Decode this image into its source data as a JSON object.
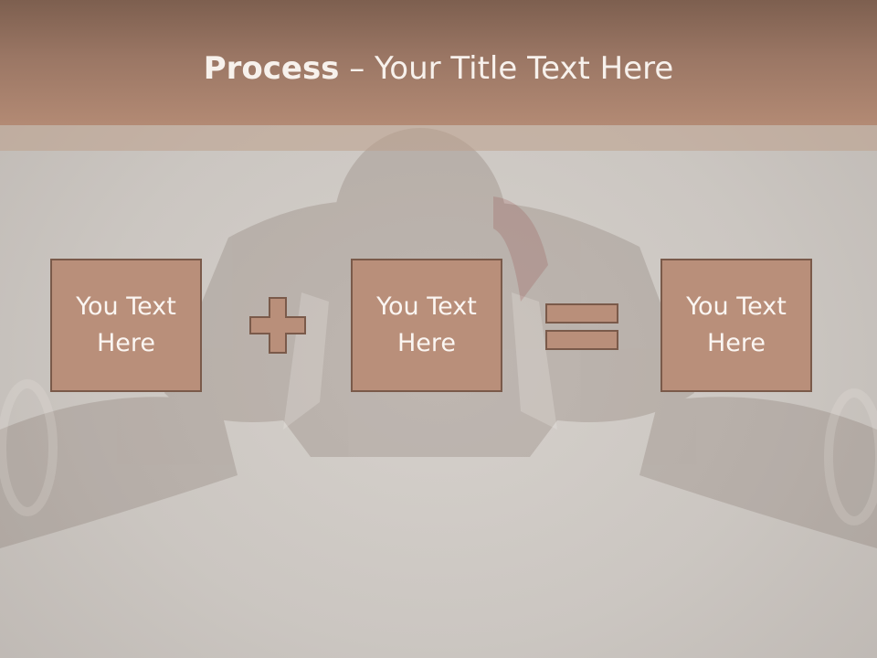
{
  "title": {
    "bold": "Process",
    "rest": " – Your Title Text Here"
  },
  "boxes": [
    {
      "label": "You Text Here"
    },
    {
      "label": "You Text Here"
    },
    {
      "label": "You Text Here"
    }
  ],
  "operators": [
    "plus-icon",
    "equals-icon"
  ],
  "colors": {
    "title_band": "#9a7664",
    "box_fill": "#b98f7a",
    "box_border": "#7a5a4a",
    "background": "#cbc6c1"
  }
}
